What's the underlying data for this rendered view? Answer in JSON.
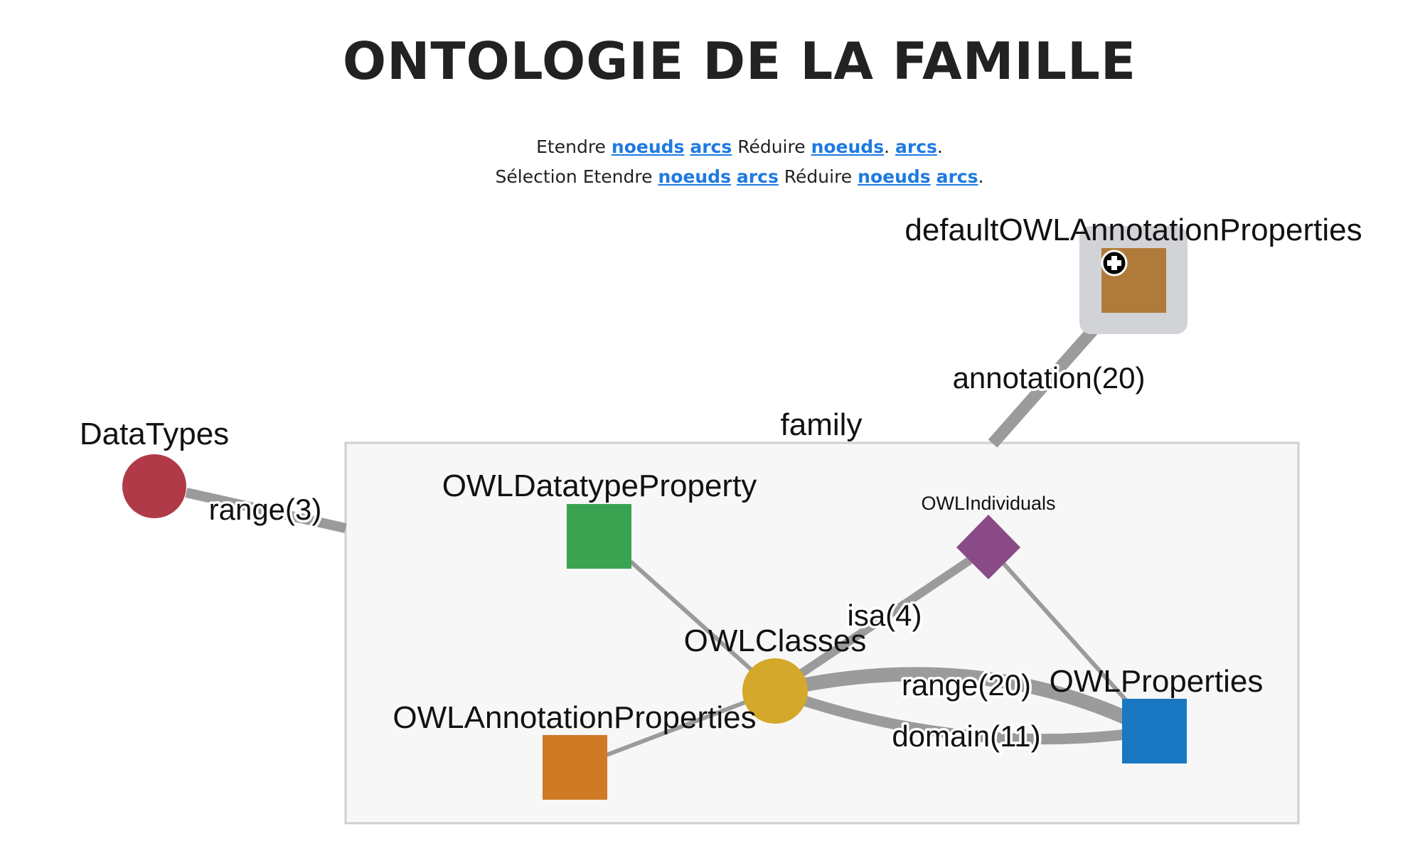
{
  "page": {
    "title": "ONTOLOGIE DE LA FAMILLE"
  },
  "controls": {
    "line1": {
      "prefix": "Etendre",
      "expand_nodes": "noeuds",
      "expand_arcs": "arcs",
      "middle": "Réduire",
      "collapse_nodes": "noeuds",
      "sep": ".",
      "collapse_arcs": "arcs",
      "end": "."
    },
    "line2": {
      "prefix": "Sélection Etendre",
      "expand_nodes": "noeuds",
      "expand_arcs": "arcs",
      "middle": "Réduire",
      "collapse_nodes": "noeuds",
      "collapse_arcs": "arcs",
      "end": "."
    }
  },
  "graph": {
    "group": {
      "label": "family"
    },
    "nodes": {
      "default_annotation": {
        "label": "defaultOWLAnnotationProperties",
        "shape": "square",
        "color": "#b07b3a",
        "expandable": true
      },
      "datatypes": {
        "label": "DataTypes",
        "shape": "circle",
        "color": "#b03a48"
      },
      "datatype_property": {
        "label": "OWLDatatypeProperty",
        "shape": "square",
        "color": "#3aa351"
      },
      "individuals": {
        "label": "OWLIndividuals",
        "shape": "diamond",
        "color": "#8a4a87"
      },
      "classes": {
        "label": "OWLClasses",
        "shape": "circle",
        "color": "#d4a82a"
      },
      "properties": {
        "label": "OWLProperties",
        "shape": "square",
        "color": "#1978c1"
      },
      "annotation_properties": {
        "label": "OWLAnnotationProperties",
        "shape": "square",
        "color": "#d07a25"
      }
    },
    "edges": {
      "annotation": {
        "label": "annotation(20)"
      },
      "range_datatypes": {
        "label": "range(3)"
      },
      "isa": {
        "label": "isa(4)"
      },
      "range_properties": {
        "label": "range(20)"
      },
      "domain": {
        "label": "domain(11)"
      }
    }
  }
}
